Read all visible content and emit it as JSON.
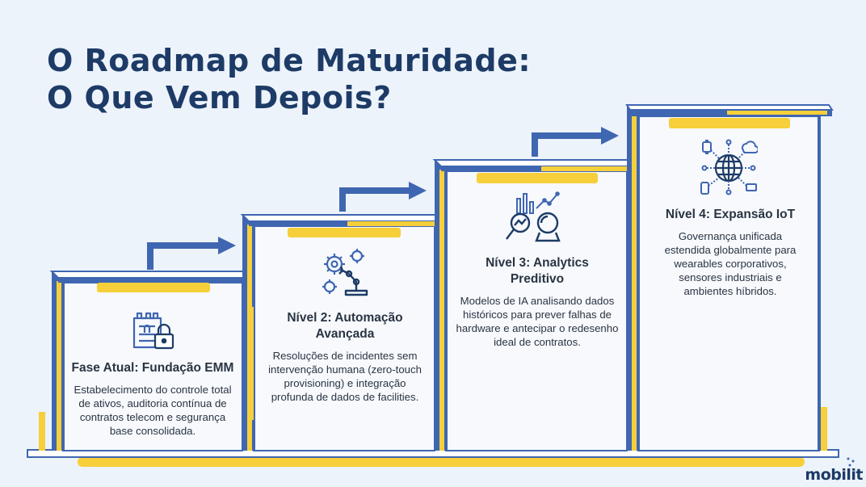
{
  "title": {
    "line1": "O Roadmap de Maturidade:",
    "line2": "O Que Vem Depois?"
  },
  "colors": {
    "navy": "#1d3b66",
    "blue": "#3f66b0",
    "yellow": "#f6cf3a",
    "background": "#edf3fb",
    "card": "#f7f9fd"
  },
  "steps": [
    {
      "title": "Fase Atual: Fundação EMM",
      "description": "Estabelecimento do controle total de ativos, auditoria contínua de contratos telecom e segurança base consolidada.",
      "icon": "castle-lock-icon"
    },
    {
      "title": "Nível 2: Automação Avançada",
      "description": "Resoluções de incidentes sem intervenção humana (zero-touch provisioning) e integração profunda de dados de facilities.",
      "icon": "gears-robot-arm-icon"
    },
    {
      "title": "Nível 3: Analytics Preditivo",
      "description": "Modelos de IA analisando dados históricos para prever falhas de hardware e antecipar o redesenho ideal de contratos.",
      "icon": "analytics-crystal-ball-icon"
    },
    {
      "title": "Nível 4: Expansão IoT",
      "description": "Governança unificada estendida globalmente para wearables corporativos, sensores industriais e ambientes híbridos.",
      "icon": "iot-globe-network-icon"
    }
  ],
  "logo": {
    "text": "mobilit"
  }
}
